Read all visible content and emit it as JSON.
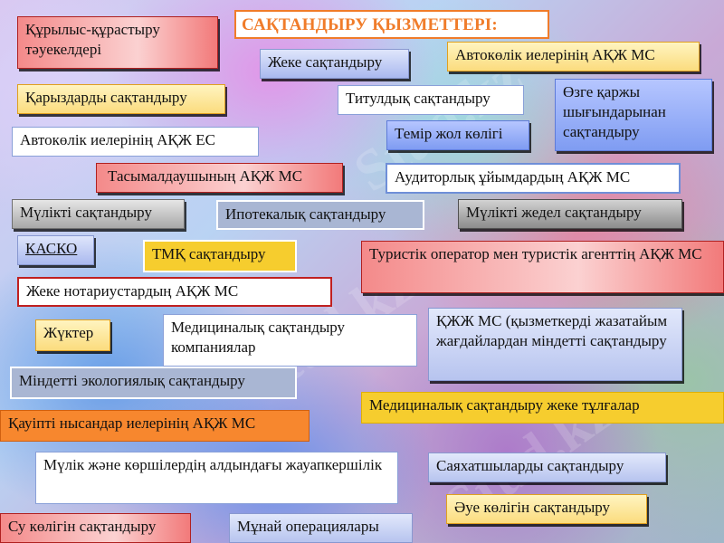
{
  "title": "САҚТАНДЫРУ ҚЫЗМЕТТЕРІ:",
  "watermark": "Stud.kz",
  "items": [
    {
      "id": "construction-risks",
      "text": "Құрылыс-құрастыру тәуекелдері"
    },
    {
      "id": "personal-insurance",
      "text": "Жеке сақтандыру"
    },
    {
      "id": "auto-owners-gpl-mandatory",
      "text": "Автокөлік иелерінің АҚЖ МС"
    },
    {
      "id": "loan-insurance",
      "text": "Қарыздарды сақтандыру"
    },
    {
      "id": "title-insurance",
      "text": "Титулдық сақтандыру"
    },
    {
      "id": "other-financial-losses",
      "text": "Өзге қаржы шығындарынан сақтандыру"
    },
    {
      "id": "auto-owners-gpl-voluntary",
      "text": "Автокөлік иелерінің АҚЖ ЕС"
    },
    {
      "id": "railway-transport",
      "text": "Темір жол көлігі"
    },
    {
      "id": "carrier-gpl",
      "text": "Тасымалдаушының АҚЖ МС"
    },
    {
      "id": "auditors-gpl",
      "text": "Аудиторлық ұйымдардың АҚЖ МС"
    },
    {
      "id": "property-insurance",
      "text": "Мүлікті сақтандыру"
    },
    {
      "id": "mortgage-insurance",
      "text": "Ипотекалық сақтандыру"
    },
    {
      "id": "express-property-insurance",
      "text": "Мүлікті жедел сақтандыру"
    },
    {
      "id": "casco",
      "text": "КАСКО"
    },
    {
      "id": "tmk-insurance",
      "text": "ТМҚ сақтандыру"
    },
    {
      "id": "tour-operator-gpl",
      "text": "Туристік оператор мен туристік агенттің АҚЖ МС"
    },
    {
      "id": "notaries-gpl",
      "text": "Жеке нотариустардың АҚЖ МС"
    },
    {
      "id": "cargo",
      "text": "Жүктер"
    },
    {
      "id": "medical-companies",
      "text": "Медициналық сақтандыру компаниялар"
    },
    {
      "id": "employer-gpl",
      "text": "ҚЖЖ МС (қызметкерді жазатайым жағдайлардан міндетті сақтандыру"
    },
    {
      "id": "ecological-insurance",
      "text": "Міндетті экологиялық сақтандыру"
    },
    {
      "id": "medical-individuals",
      "text": "Медициналық сақтандыру жеке тұлғалар"
    },
    {
      "id": "hazardous-objects-gpl",
      "text": "Қауіпті нысандар иелерінің АҚЖ МС"
    },
    {
      "id": "property-neighbors-liability",
      "text": "Мүлік және көршілердің алдындағы жауапкершілік"
    },
    {
      "id": "travelers-insurance",
      "text": "Саяхатшыларды сақтандыру"
    },
    {
      "id": "air-transport-insurance",
      "text": "Әуе көлігін сақтандыру"
    },
    {
      "id": "water-transport-insurance",
      "text": "Су көлігін сақтандыру"
    },
    {
      "id": "oil-operations",
      "text": "Мұнай операциялары"
    }
  ]
}
